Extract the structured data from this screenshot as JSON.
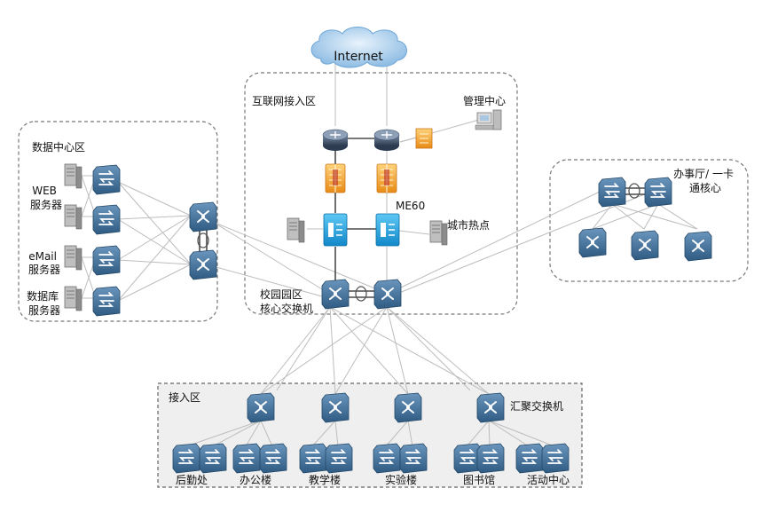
{
  "cloud": {
    "label": "Internet"
  },
  "zones": {
    "internet_access": "互联网接入区",
    "datacenter": "数据中心区",
    "admin_hall": "办事厅/ 一卡\n通核心",
    "access": "接入区"
  },
  "labels": {
    "management": "管理中心",
    "me60": "ME60",
    "city_hotspot": "城市热点",
    "core_switch": "校园园区\n核心交换机",
    "aggregation": "汇聚交换机",
    "web_server": "WEB\n服务器",
    "email_server": "eMail\n服务器",
    "db_server": "数据库\n服务器"
  },
  "buildings": [
    "后勤处",
    "办公楼",
    "教学楼",
    "实验楼",
    "图书馆",
    "活动中心"
  ],
  "colors": {
    "switch": "#3f6f97",
    "router": "#3d4f66",
    "firewall": "#f3a531",
    "me60": "#27a1e0",
    "server": "#9a9a9a",
    "cloud": "#9ec6e8"
  }
}
